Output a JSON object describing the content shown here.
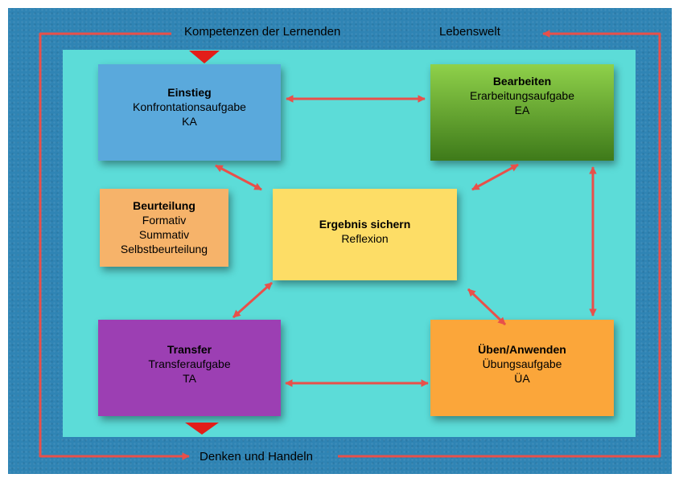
{
  "frame_labels": {
    "top_left": "Kompetenzen der Lernenden",
    "top_right": "Lebenswelt",
    "bottom": "Denken und Handeln"
  },
  "cards": {
    "einstieg": {
      "title": "Einstieg",
      "line1": "Konfrontationsaufgabe",
      "line2": "KA"
    },
    "bearbeiten": {
      "title": "Bearbeiten",
      "line1": "Erarbeitungsaufgabe",
      "line2": "EA"
    },
    "beurteilung": {
      "title": "Beurteilung",
      "line1": "Formativ",
      "line2": "Summativ",
      "line3": "Selbstbeurteilung"
    },
    "ergebnis": {
      "title": "Ergebnis sichern",
      "line1": "Reflexion"
    },
    "transfer": {
      "title": "Transfer",
      "line1": "Transferaufgabe",
      "line2": "TA"
    },
    "ueben": {
      "title": "Üben/Anwenden",
      "line1": "Übungsaufgabe",
      "line2": "ÜA"
    }
  },
  "colors": {
    "frame": "#2f84b4",
    "inner": "#5cdcd8",
    "arrow": "#e8504a",
    "einstieg": "#5aa9dc",
    "bearbeiten": "#5a9e2c",
    "beurteilung": "#f6b36a",
    "ergebnis": "#fddd66",
    "transfer": "#9c3fb3",
    "ueben": "#fba63a"
  }
}
